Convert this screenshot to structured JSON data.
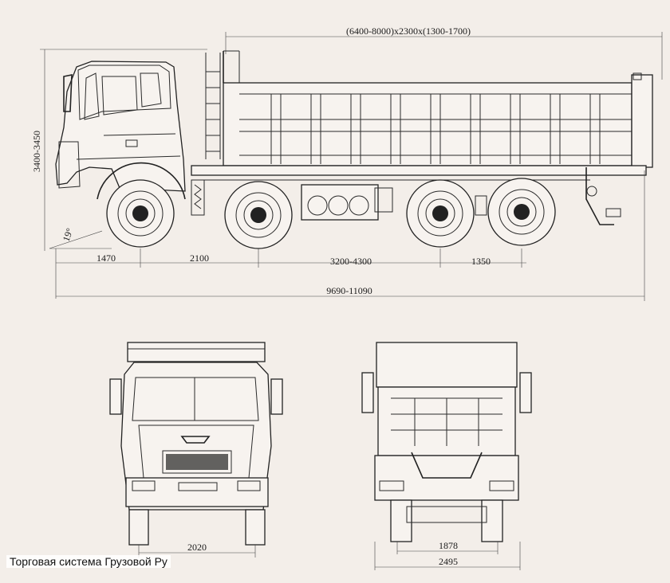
{
  "dimensions": {
    "body_size": "(6400-8000)x2300x(1300-1700)",
    "height": "3400-3450",
    "angle": "19°",
    "front_overhang": "1470",
    "axle1_2": "2100",
    "axle2_3": "3200-4300",
    "axle3_4": "1350",
    "total_length": "9690-11090",
    "front_track": "2020",
    "rear_track": "1878",
    "rear_width": "2495"
  },
  "watermark": "Торговая система Грузовой Ру"
}
